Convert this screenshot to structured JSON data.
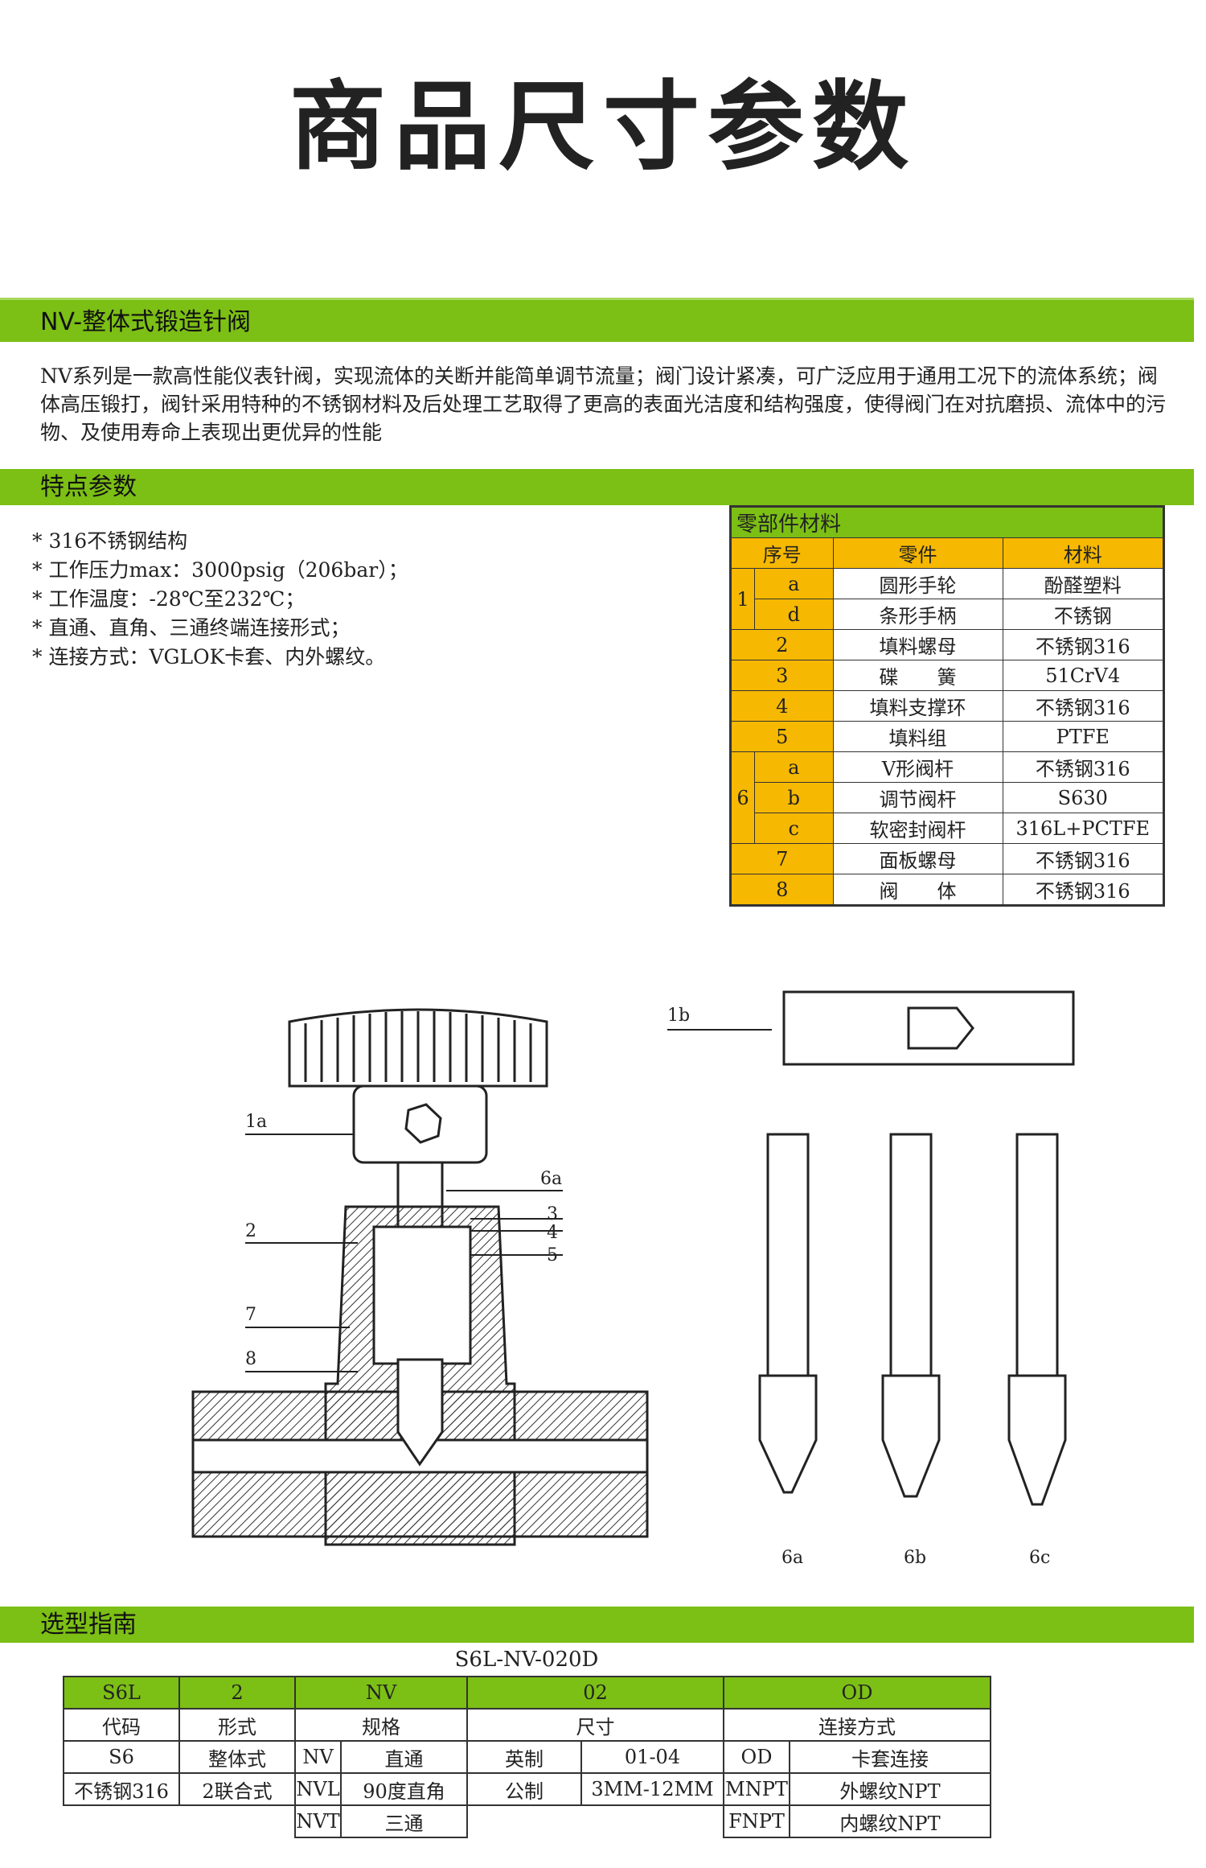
{
  "title": "商品尺寸参数",
  "section1": {
    "heading": "NV-整体式锻造针阀",
    "intro": "NV系列是一款高性能仪表针阀，实现流体的关断并能简单调节流量；阀门设计紧凑，可广泛应用于通用工况下的流体系统；阀体高压锻打，阀针采用特种的不锈钢材料及后处理工艺取得了更高的表面光洁度和结构强度，使得阀门在对抗磨损、流体中的污物、及使用寿命上表现出更优异的性能"
  },
  "section2": {
    "heading": "特点参数",
    "features": [
      "316不锈钢结构",
      "工作压力max：3000psig（206bar）；",
      "工作温度：-28℃至232℃；",
      "直通、直角、三通终端连接形式；",
      "连接方式：VGLOK卡套、内外螺纹。"
    ]
  },
  "parts_table": {
    "caption": "零部件材料",
    "headers": [
      "序号",
      "零件",
      "材料"
    ],
    "rows": [
      {
        "no": "1",
        "sub": "a",
        "part": "圆形手轮",
        "material": "酚醛塑料"
      },
      {
        "no": "",
        "sub": "d",
        "part": "条形手柄",
        "material": "不锈钢"
      },
      {
        "no": "2",
        "sub": "",
        "part": "填料螺母",
        "material": "不锈钢316"
      },
      {
        "no": "3",
        "sub": "",
        "part": "碟　　簧",
        "material": "51CrV4"
      },
      {
        "no": "4",
        "sub": "",
        "part": "填料支撑环",
        "material": "不锈钢316"
      },
      {
        "no": "5",
        "sub": "",
        "part": "填料组",
        "material": "PTFE"
      },
      {
        "no": "6",
        "sub": "a",
        "part": "V形阀杆",
        "material": "不锈钢316"
      },
      {
        "no": "",
        "sub": "b",
        "part": "调节阀杆",
        "material": "S630"
      },
      {
        "no": "",
        "sub": "c",
        "part": "软密封阀杆",
        "material": "316L+PCTFE"
      },
      {
        "no": "7",
        "sub": "",
        "part": "面板螺母",
        "material": "不锈钢316"
      },
      {
        "no": "8",
        "sub": "",
        "part": "阀　　体",
        "material": "不锈钢316"
      }
    ]
  },
  "drawing": {
    "labels": [
      "1a",
      "1b",
      "2",
      "3",
      "4",
      "5",
      "6a",
      "7",
      "8"
    ],
    "stem_labels": [
      "6a",
      "6b",
      "6c"
    ]
  },
  "section3": {
    "heading": "选型指南",
    "model": "S6L-NV-020D",
    "codes": [
      "S6L",
      "2",
      "NV",
      "02",
      "OD"
    ],
    "headers": [
      "代码",
      "形式",
      "规格",
      "尺寸",
      "连接方式"
    ],
    "row1": [
      "S6",
      "整体式",
      "NV",
      "直通",
      "英制",
      "01-04",
      "OD",
      "卡套连接"
    ],
    "row2": [
      "不锈钢316",
      "2联合式",
      "NVL",
      "90度直角",
      "公制",
      "3MM-12MM",
      "MNPT",
      "外螺纹NPT"
    ],
    "row3": [
      "NVT",
      "三通",
      "FNPT",
      "内螺纹NPT"
    ]
  },
  "colors": {
    "accent_green": "#7cbf15",
    "accent_orange": "#f6b800"
  }
}
